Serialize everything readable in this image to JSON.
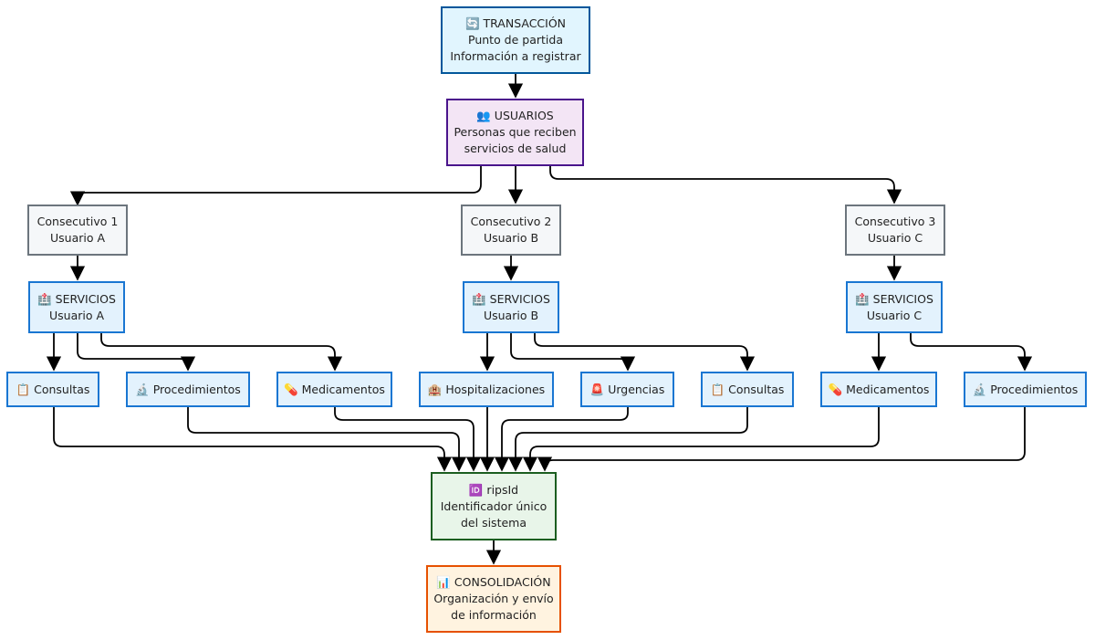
{
  "nodes": {
    "transaccion": {
      "title": "🔄 TRANSACCIÓN",
      "line1": "Punto de partida",
      "line2": "Información a registrar"
    },
    "usuarios": {
      "title": "👥 USUARIOS",
      "line1": "Personas que reciben",
      "line2": "servicios de salud"
    },
    "consecutivo_1": {
      "title": "Consecutivo 1",
      "line1": "Usuario A"
    },
    "consecutivo_2": {
      "title": "Consecutivo 2",
      "line1": "Usuario B"
    },
    "consecutivo_3": {
      "title": "Consecutivo 3",
      "line1": "Usuario C"
    },
    "servicios_a": {
      "title": "🏥 SERVICIOS",
      "line1": "Usuario A"
    },
    "servicios_b": {
      "title": "🏥 SERVICIOS",
      "line1": "Usuario B"
    },
    "servicios_c": {
      "title": "🏥 SERVICIOS",
      "line1": "Usuario C"
    },
    "consultas_a": {
      "title": "📋 Consultas"
    },
    "procedimientos_a": {
      "title": "🔬 Procedimientos"
    },
    "medicamentos_a": {
      "title": "💊 Medicamentos"
    },
    "hospitalizaciones_b": {
      "title": "🏨 Hospitalizaciones"
    },
    "urgencias_b": {
      "title": "🚨 Urgencias"
    },
    "consultas_b": {
      "title": "📋 Consultas"
    },
    "medicamentos_c": {
      "title": "💊 Medicamentos"
    },
    "procedimientos_c": {
      "title": "🔬 Procedimientos"
    },
    "ripsid": {
      "title": "🆔 ripsId",
      "line1": "Identificador único",
      "line2": "del sistema"
    },
    "consolidacion": {
      "title": "📊 CONSOLIDACIÓN",
      "line1": "Organización y envío",
      "line2": "de información"
    }
  },
  "colors": {
    "transaccion_fill": "#e1f5fe",
    "transaccion_border": "#01579b",
    "usuarios_fill": "#f3e5f5",
    "usuarios_border": "#4a148c",
    "consecutivo_fill": "#f5f7f9",
    "consecutivo_border": "#6c757d",
    "servicios_fill": "#e3f2fd",
    "servicios_border": "#1976d2",
    "ripsid_fill": "#e8f5e9",
    "ripsid_border": "#1b5e20",
    "consolidacion_fill": "#fff3e0",
    "consolidacion_border": "#e65100",
    "edge": "#000000"
  },
  "edges": [
    [
      "transaccion",
      "usuarios"
    ],
    [
      "usuarios",
      "consecutivo_1"
    ],
    [
      "usuarios",
      "consecutivo_2"
    ],
    [
      "usuarios",
      "consecutivo_3"
    ],
    [
      "consecutivo_1",
      "servicios_a"
    ],
    [
      "consecutivo_2",
      "servicios_b"
    ],
    [
      "consecutivo_3",
      "servicios_c"
    ],
    [
      "servicios_a",
      "consultas_a"
    ],
    [
      "servicios_a",
      "procedimientos_a"
    ],
    [
      "servicios_a",
      "medicamentos_a"
    ],
    [
      "servicios_b",
      "hospitalizaciones_b"
    ],
    [
      "servicios_b",
      "urgencias_b"
    ],
    [
      "servicios_b",
      "consultas_b"
    ],
    [
      "servicios_c",
      "medicamentos_c"
    ],
    [
      "servicios_c",
      "procedimientos_c"
    ],
    [
      "consultas_a",
      "ripsid"
    ],
    [
      "procedimientos_a",
      "ripsid"
    ],
    [
      "medicamentos_a",
      "ripsid"
    ],
    [
      "hospitalizaciones_b",
      "ripsid"
    ],
    [
      "urgencias_b",
      "ripsid"
    ],
    [
      "consultas_b",
      "ripsid"
    ],
    [
      "medicamentos_c",
      "ripsid"
    ],
    [
      "procedimientos_c",
      "ripsid"
    ],
    [
      "ripsid",
      "consolidacion"
    ]
  ]
}
